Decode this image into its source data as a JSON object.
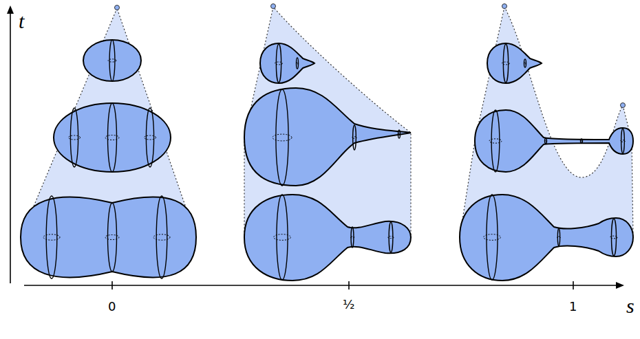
{
  "diagram": {
    "labels": [
      "t",
      "s",
      "0",
      "½",
      "1"
    ]
  }
}
